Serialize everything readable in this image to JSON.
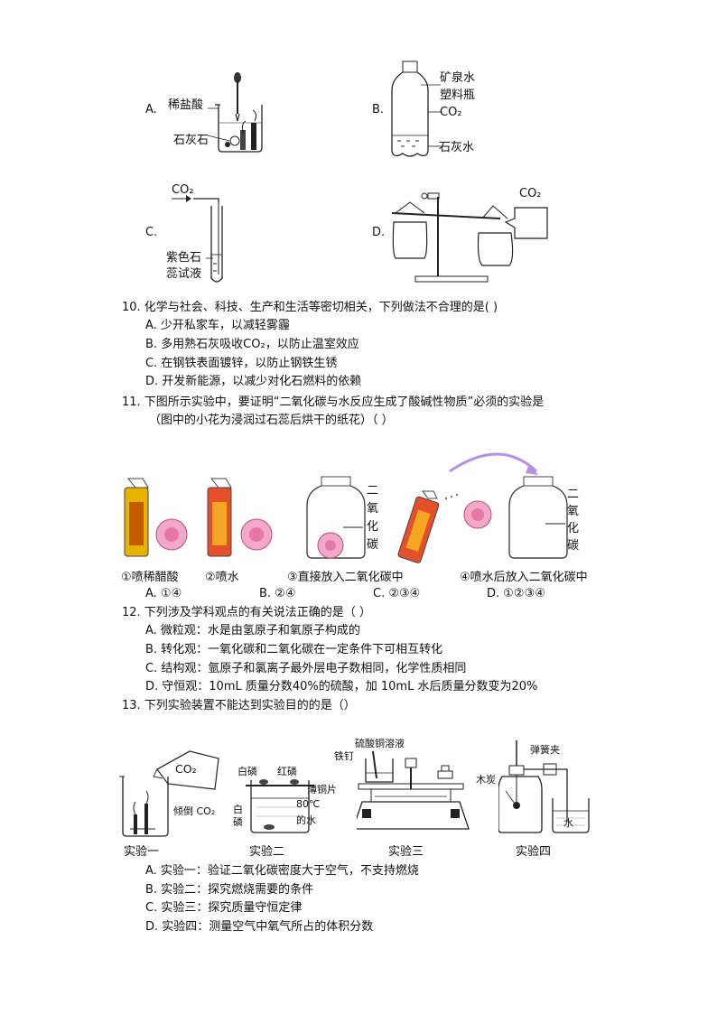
{
  "q9": {
    "A": {
      "letter": "A.",
      "acid": "稀盐酸",
      "stone": "石灰石"
    },
    "B": {
      "letter": "B.",
      "bottle1": "矿泉水",
      "bottle2": "塑料瓶",
      "co2": "CO₂",
      "limewater": "石灰水"
    },
    "C": {
      "letter": "C.",
      "co2": "CO₂",
      "litmus1": "紫色石",
      "litmus2": "蕊试液"
    },
    "D": {
      "letter": "D.",
      "co2": "CO₂"
    }
  },
  "q10": {
    "stem": "10.  化学与社会、科技、生产和生活等密切相关，下列做法不合理的是(     )",
    "options": [
      "A.  少开私家车，以减轻雾霾",
      "B.  多用熟石灰吸收CO₂，以防止温室效应",
      "C.  在钢铁表面镀锌，以防止钢铁生锈",
      "D.  开发新能源，以减少对化石燃料的依赖"
    ]
  },
  "q11": {
    "stem1": "11.  下图所示实验中，要证明“二氧化碳与水反应生成了酸碱性物质”必须的实验是",
    "stem2": "（图中的小花为浸润过石蕊后烘干的纸花）（        ）",
    "co2_jar": [
      "二",
      "氧",
      "化",
      "碳"
    ],
    "captions": [
      "①喷稀醋酸",
      "②喷水",
      "③直接放入二氧化碳中",
      "④喷水后放入二氧化碳中"
    ],
    "options": [
      "A.  ①④",
      "B.  ②④",
      "C.  ②③④",
      "D.  ①②③④"
    ]
  },
  "q12": {
    "stem": "12.  下列涉及学科观点的有关说法正确的是（      ）",
    "options": [
      "A.  微粒观：水是由氢原子和氧原子构成的",
      "B.  转化观：一氧化碳和二氧化碳在一定条件下可相互转化",
      "C.  结构观：氩原子和氯离子最外层电子数相同，化学性质相同",
      "D.  守恒观：10mL 质量分数40%的硫酸，加 10mL 水后质量分数变为20%"
    ]
  },
  "q13": {
    "stem": "13.  下列实验装置不能达到实验目的的是（）",
    "exp1": {
      "co2": "CO₂",
      "pour": "倾倒 CO₂",
      "caption": "实验一"
    },
    "exp2": {
      "white1": "白磷",
      "red": "红磷",
      "copper": "薄铜片",
      "white2a": "白",
      "white2b": "磷",
      "temp": "80℃",
      "water": "的水",
      "caption": "实验二"
    },
    "exp3": {
      "cuso4": "硫酸铜溶液",
      "nail": "铁钉",
      "caption": "实验三"
    },
    "exp4": {
      "clip": "弹簧夹",
      "charcoal": "木炭",
      "water": "水",
      "caption": "实验四"
    },
    "options": [
      "A.  实验一：验证二氧化碳密度大于空气，不支持燃烧",
      "B.  实验二：探究燃烧需要的条件",
      "C.  实验三：探究质量守恒定律",
      "D.  实验四：测量空气中氧气所占的体积分数"
    ]
  }
}
